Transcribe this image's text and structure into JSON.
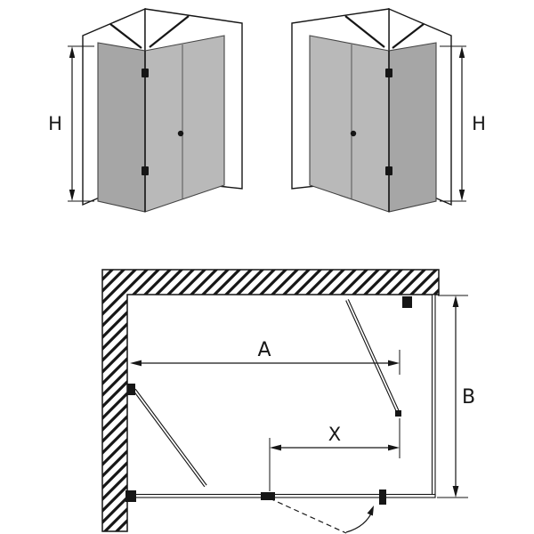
{
  "views": {
    "front_left": {
      "dimension": {
        "label": "H"
      }
    },
    "front_right": {
      "dimension": {
        "label": "H"
      }
    },
    "plan": {
      "dimensions": {
        "width": {
          "label": "A"
        },
        "depth": {
          "label": "B"
        },
        "entry": {
          "label": "X"
        }
      }
    }
  },
  "colors": {
    "bg": "#ffffff",
    "line": "#161616",
    "hatch": "#161616",
    "wall": "#ffffff",
    "glass": "#b9b9b9",
    "glass_dark": "#a6a6a6"
  }
}
